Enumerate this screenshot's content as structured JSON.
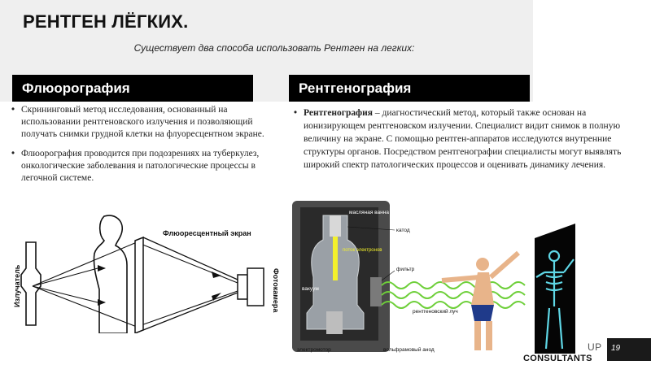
{
  "slide": {
    "title": "РЕНТГЕН ЛЁГКИХ.",
    "subtitle": "Существует два способа использовать Рентген на легких:",
    "page_number": "19"
  },
  "brand": {
    "line1": "UP",
    "line2": "CONSULTANTS"
  },
  "left_column": {
    "header": "Флюорография",
    "bullets": [
      "Скрининговый метод исследования, основанный на использовании рентгеновского излучения и позволяющий получать снимки грудной клетки на флуоресцентном экране.",
      "Флюорография проводится при подозрениях на туберкулез, онкологические заболевания и патологические процессы в легочной системе."
    ],
    "figure": {
      "label_screen": "Флюоресцентный экран",
      "label_emitter": "Излучатель",
      "label_camera": "Фотокамера"
    }
  },
  "right_column": {
    "header": "Рентгенография",
    "paragraph_term": "Рентгенография",
    "paragraph_rest": " – диагностический метод, который также основан на ионизирующем рентгеновском излучении. Специалист видит снимок в полную величину на экране. С помощью рентген-аппаратов исследуются внутренние структуры органов. Посредством рентгенографии специалисты могут выявлять широкий спектр патологических процессов и оценивать динамику лечения.",
    "figure": {
      "label_bath": "масляная ванна",
      "label_flow": "поток электронов",
      "label_cathode": "катод",
      "label_filter": "фильтр",
      "label_vacuum": "вакуум",
      "label_ray": "рентгеновский луч",
      "label_motor": "электромотор",
      "label_anode": "вольфрамовый анод"
    }
  },
  "colors": {
    "header_bg": "#000000",
    "header_text": "#ffffff",
    "band": "#efefef",
    "ray_green": "#6ecf3a",
    "electron_yellow": "#f3f02a"
  }
}
